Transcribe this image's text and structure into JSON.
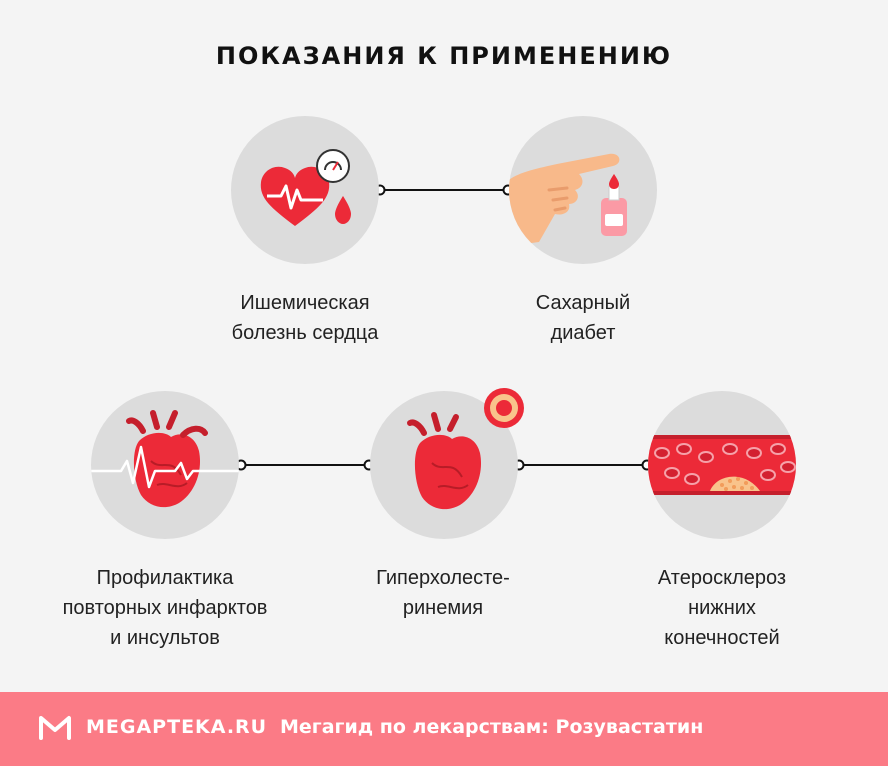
{
  "title": "ПОКАЗАНИЯ К ПРИМЕНЕНИЮ",
  "items": [
    {
      "label": "Ишемическая\nболезнь сердца",
      "icon": "heart-pulse-icon"
    },
    {
      "label": "Сахарный\nдиабет",
      "icon": "finger-blood-test-icon"
    },
    {
      "label": "Профилактика\nповторных инфарктов\nи инсультов",
      "icon": "heart-ecg-icon"
    },
    {
      "label": "Гиперхолесте-\nринемия",
      "icon": "heart-plaque-icon"
    },
    {
      "label": "Атеросклероз\nнижних\nконечностей",
      "icon": "blood-vessel-icon"
    }
  ],
  "footer": {
    "brand": "MEGAPTEKA.RU",
    "tagline": "Мегагид по лекарствам: Розувастатин"
  },
  "colors": {
    "accent": "#ec2a38",
    "footer": "#fb7b86",
    "circle": "#dcdcdc"
  }
}
